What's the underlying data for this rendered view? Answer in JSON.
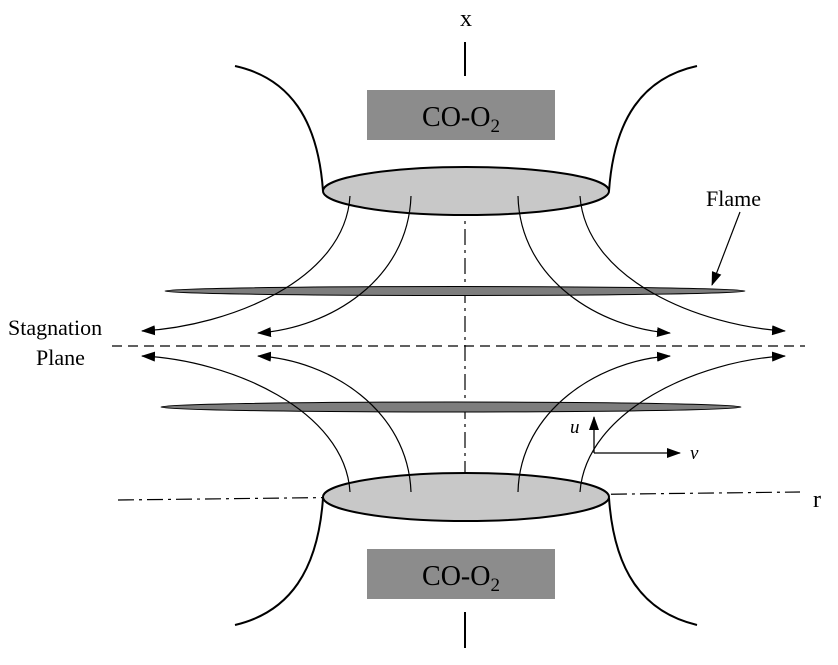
{
  "labels": {
    "axis_x": "x",
    "axis_r": "r",
    "flame": "Flame",
    "stagnation_line1": "Stagnation",
    "stagnation_line2": "Plane",
    "vel_u": "u",
    "vel_v": "v"
  },
  "nozzles": {
    "top": {
      "species_base": "CO-O",
      "subscript": "2"
    },
    "bottom": {
      "species_base": "CO-O",
      "subscript": "2"
    }
  },
  "colors": {
    "box_fill": "#8c8c8c",
    "nozzle_exit_fill": "#c8c8c8",
    "flame_fill": "#7d7d7d",
    "line": "#000000"
  }
}
